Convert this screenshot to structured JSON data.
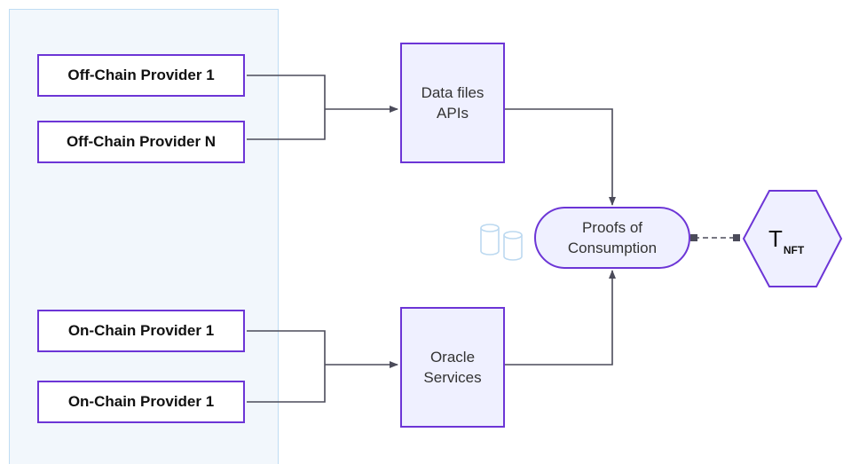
{
  "providers": {
    "off_chain_1": "Off-Chain Provider 1",
    "off_chain_n": "Off-Chain Provider N",
    "on_chain_1a": "On-Chain Provider 1",
    "on_chain_1b": "On-Chain Provider 1"
  },
  "services": {
    "data_files": {
      "line1": "Data files",
      "line2": "APIs"
    },
    "oracle": {
      "line1": "Oracle",
      "line2": "Services"
    }
  },
  "proofs": {
    "line1": "Proofs of",
    "line2": "Consumption"
  },
  "token": {
    "symbol": "T",
    "subscript": "NFT"
  },
  "colors": {
    "border": "#6c35d6",
    "fill": "#eff0ff",
    "panel": "#f2f7fc",
    "connector": "#4b4b5a",
    "db_icon": "#bcd9f0"
  }
}
